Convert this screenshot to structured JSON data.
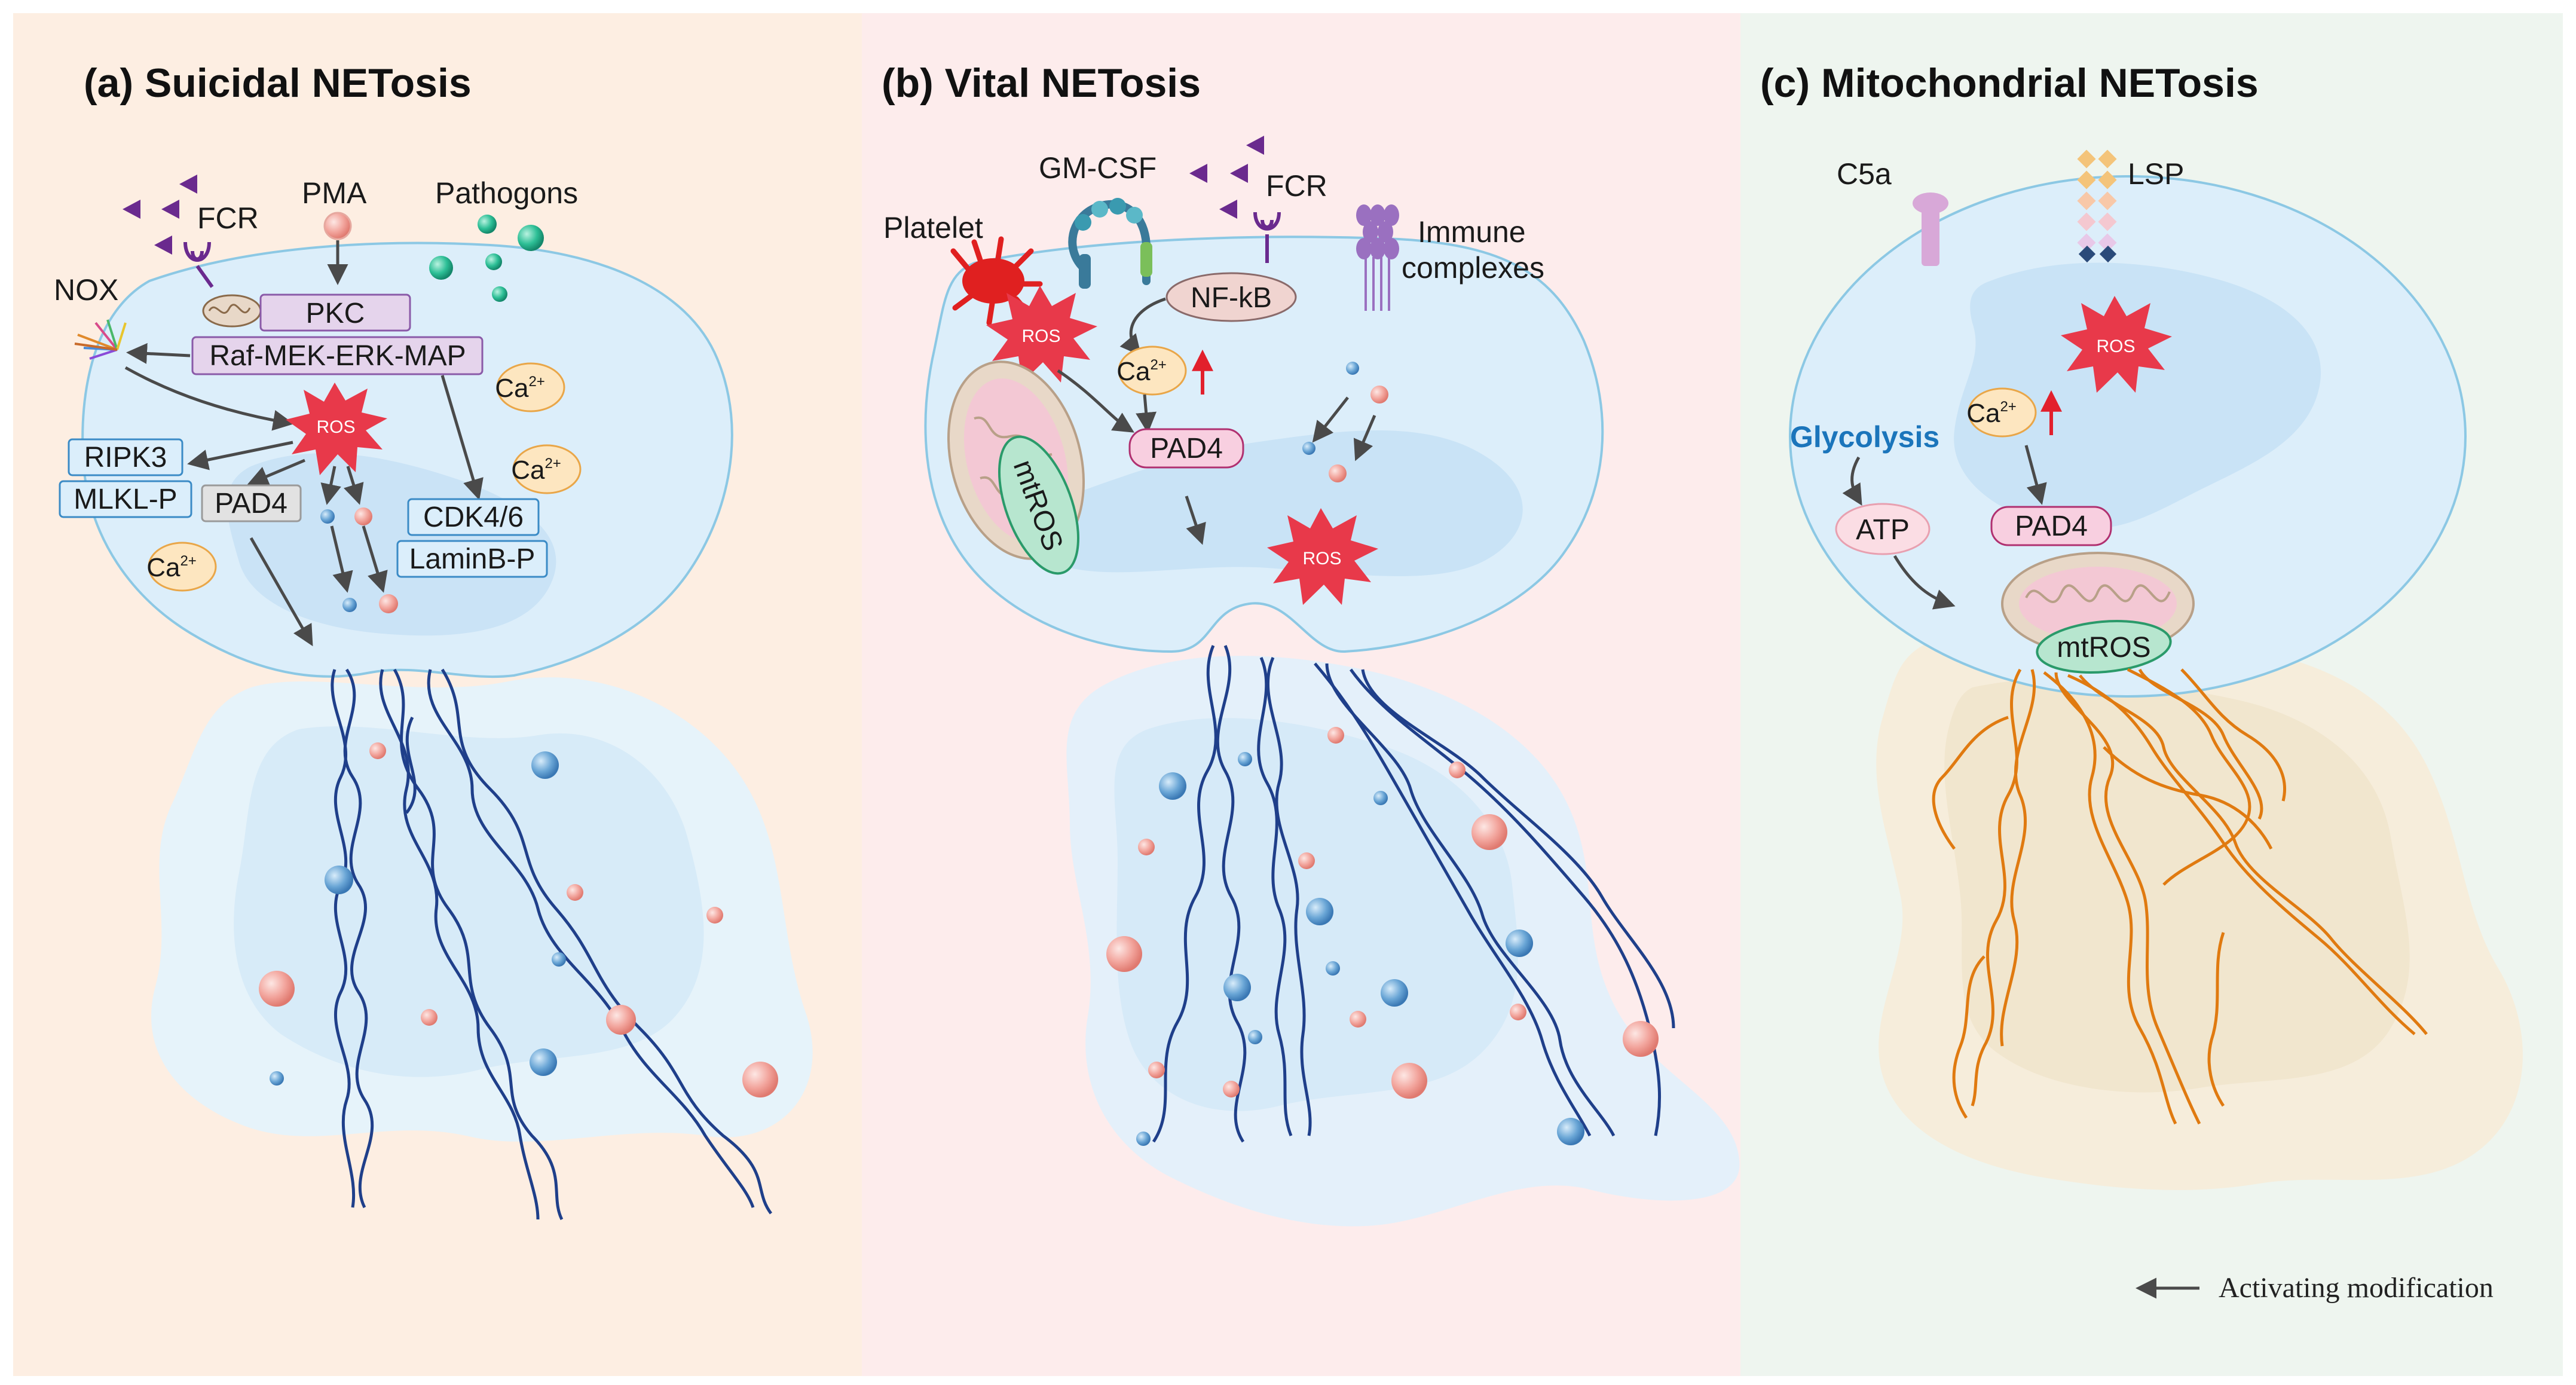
{
  "panels": {
    "a": {
      "title": "(a) Suicidal NETosis",
      "fcr": "FCR",
      "pma": "PMA",
      "pathogens": "Pathogons",
      "nox": "NOX",
      "pkc": "PKC",
      "raf": "Raf-MEK-ERK-MAP",
      "ros": "ROS",
      "ripk3": "RIPK3",
      "mlkl": "MLKL-P",
      "pad4": "PAD4",
      "cdk": "CDK4/6",
      "lamin": "LaminB-P",
      "ca": "Ca",
      "ca_sup": "2+"
    },
    "b": {
      "title": "(b) Vital NETosis",
      "gmcsf": "GM-CSF",
      "fcr": "FCR",
      "platelet": "Platelet",
      "immune_1": "Immune",
      "immune_2": "complexes",
      "nfkb": "NF-kB",
      "ros": "ROS",
      "ca": "Ca",
      "ca_sup": "2+",
      "pad4": "PAD4",
      "mtros": "mtROS"
    },
    "c": {
      "title": "(c) Mitochondrial NETosis",
      "c5a": "C5a",
      "lsp": "LSP",
      "ros": "ROS",
      "ca": "Ca",
      "ca_sup": "2+",
      "glycolysis": "Glycolysis",
      "atp": "ATP",
      "pad4": "PAD4",
      "mtros": "mtROS"
    }
  },
  "legend": {
    "label": "Activating modification"
  },
  "colors": {
    "panel_a_bg": "#fdeee2",
    "panel_b_bg": "#fdecec",
    "panel_c_bg": "#eef5ef",
    "cell": "#dceefa",
    "cell_outline": "#8cc8e4",
    "dna_blue": "#1f3f8a",
    "dna_orange": "#e07a10",
    "ros": "#e8394a",
    "glycolysis": "#1b75bb",
    "arrow": "#4a4a4a",
    "red_arrow": "#e2202c"
  }
}
